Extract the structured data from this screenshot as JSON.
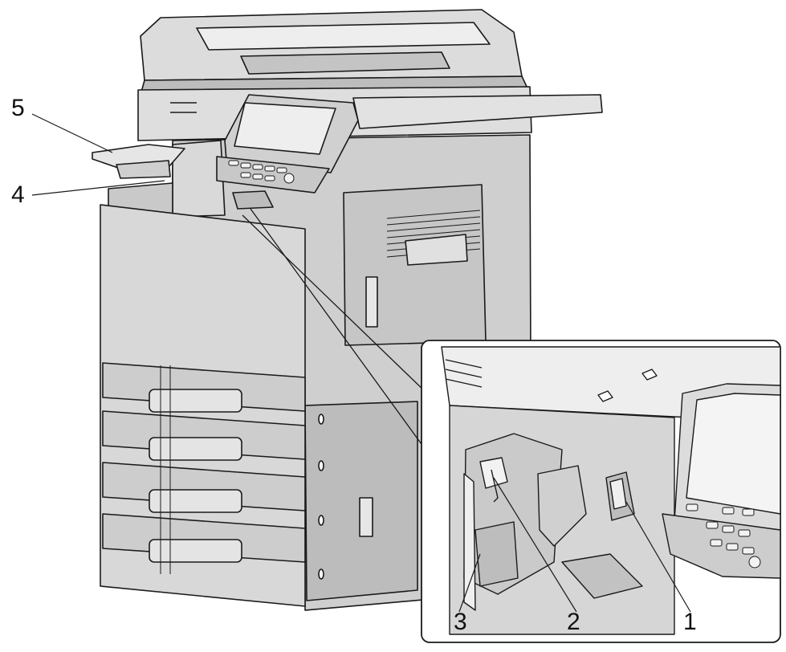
{
  "callouts": [
    {
      "id": "c1",
      "label": "1"
    },
    {
      "id": "c2",
      "label": "2"
    },
    {
      "id": "c3",
      "label": "3"
    },
    {
      "id": "c4",
      "label": "4"
    },
    {
      "id": "c5",
      "label": "5"
    }
  ],
  "colors": {
    "body": "#d4d4d4",
    "body_light": "#e6e6e6",
    "body_dark": "#9c9c9c",
    "outline": "#1a1a1a",
    "inset_bg": "#ffffff"
  },
  "icons": [
    "multifunction-printer-illustration",
    "stapler-detail-inset"
  ]
}
